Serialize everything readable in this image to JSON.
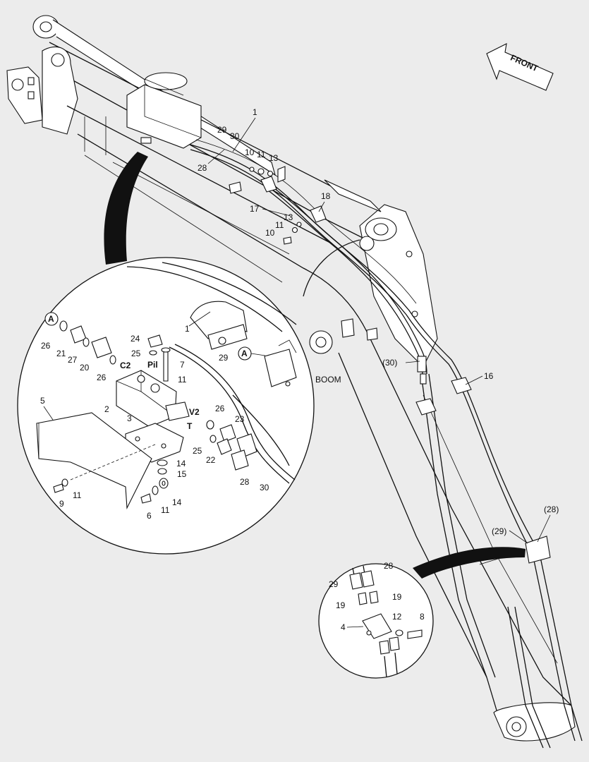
{
  "labels": {
    "front": "FRONT",
    "boom": "BOOM",
    "pil": "Pil",
    "c2": "C2",
    "v2": "V2",
    "t": "T",
    "ref_a": "A"
  },
  "callouts": {
    "n1": "1",
    "n2": "2",
    "n3": "3",
    "n4": "4",
    "n5": "5",
    "n6": "6",
    "n7": "7",
    "n8": "8",
    "n9": "9",
    "n10": "10",
    "n11": "11",
    "n12": "12",
    "n13": "13",
    "n14": "14",
    "n15": "15",
    "n16": "16",
    "n17": "17",
    "n18": "18",
    "n19": "19",
    "n20": "20",
    "n21": "21",
    "n22": "22",
    "n23": "23",
    "n24": "24",
    "n25": "25",
    "n26": "26",
    "n27": "27",
    "n28": "28",
    "n29": "29",
    "n30": "30",
    "p28": "(28)",
    "p29": "(29)",
    "p30": "(30)"
  }
}
